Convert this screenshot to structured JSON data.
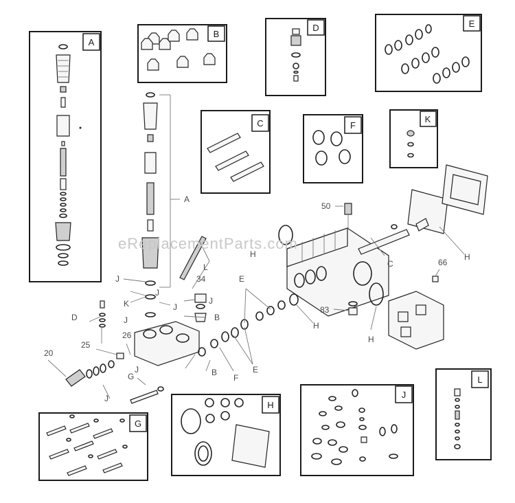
{
  "watermark": "eReplacementParts.com",
  "kit_boxes": [
    {
      "id": "A",
      "label": "A"
    },
    {
      "id": "B",
      "label": "B"
    },
    {
      "id": "C",
      "label": "C"
    },
    {
      "id": "D",
      "label": "D"
    },
    {
      "id": "E",
      "label": "E"
    },
    {
      "id": "F",
      "label": "F"
    },
    {
      "id": "G",
      "label": "G"
    },
    {
      "id": "H",
      "label": "H"
    },
    {
      "id": "J",
      "label": "J"
    },
    {
      "id": "K",
      "label": "K"
    },
    {
      "id": "L",
      "label": "L"
    }
  ],
  "callouts": {
    "A": "A",
    "L": "L",
    "J1": "J",
    "J2": "J",
    "J3": "J",
    "J4": "J",
    "J5": "J",
    "J6": "J",
    "J7": "J",
    "K": "K",
    "D": "D",
    "B1": "B",
    "B2": "B",
    "E1": "E",
    "E2": "E",
    "F": "F",
    "G": "G",
    "H1": "H",
    "H2": "H",
    "H3": "H",
    "H4": "H",
    "C": "C",
    "n34": "34",
    "n20": "20",
    "n25": "25",
    "n26": "26",
    "n50": "50",
    "n66": "66",
    "n83": "83"
  }
}
